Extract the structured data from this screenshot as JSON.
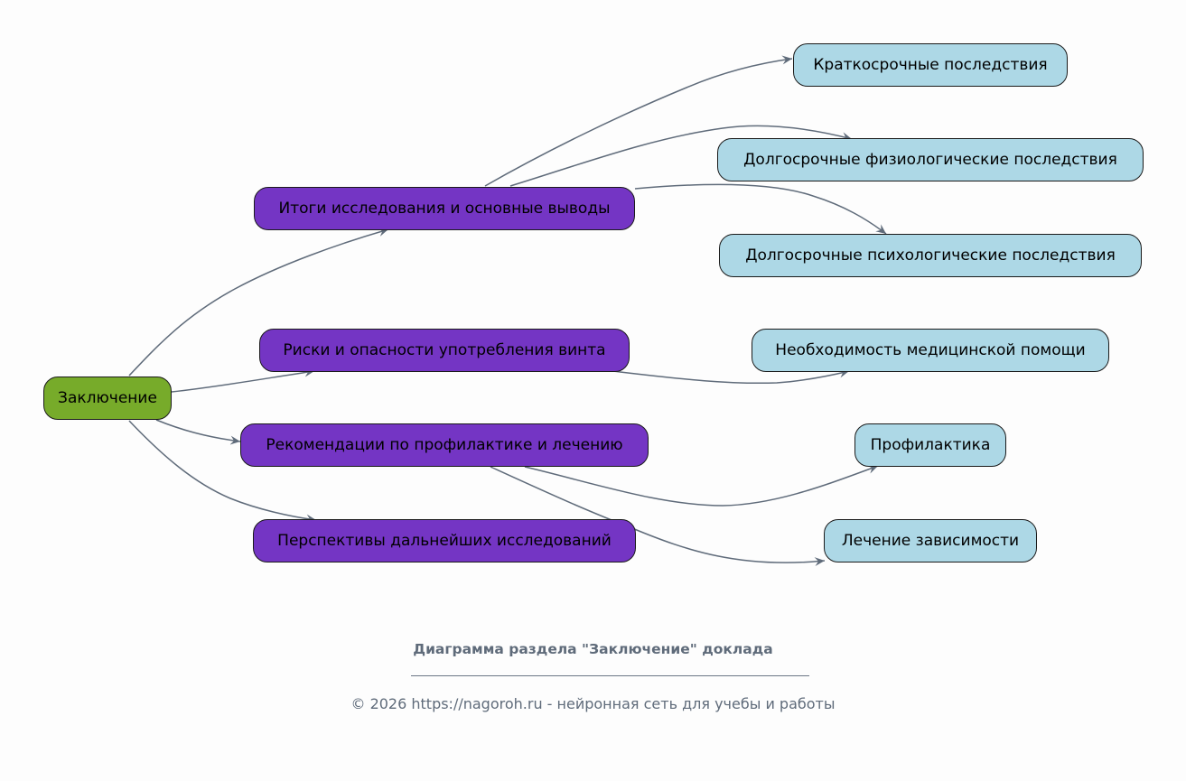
{
  "diagram": {
    "root": {
      "id": "root",
      "label": "Заключение"
    },
    "sections": [
      {
        "id": "s1",
        "label": "Итоги исследования и основные выводы"
      },
      {
        "id": "s2",
        "label": "Риски и опасности употребления винта"
      },
      {
        "id": "s3",
        "label": "Рекомендации по профилактике и лечению"
      },
      {
        "id": "s4",
        "label": "Перспективы дальнейших исследований"
      }
    ],
    "leaves": [
      {
        "id": "l1",
        "label": "Краткосрочные последствия"
      },
      {
        "id": "l2",
        "label": "Долгосрочные физиологические последствия"
      },
      {
        "id": "l3",
        "label": "Долгосрочные психологические последствия"
      },
      {
        "id": "l4",
        "label": "Необходимость медицинской помощи"
      },
      {
        "id": "l5",
        "label": "Профилактика"
      },
      {
        "id": "l6",
        "label": "Лечение зависимости"
      }
    ],
    "edges": [
      [
        "root",
        "s1"
      ],
      [
        "root",
        "s2"
      ],
      [
        "root",
        "s3"
      ],
      [
        "root",
        "s4"
      ],
      [
        "s1",
        "l1"
      ],
      [
        "s1",
        "l2"
      ],
      [
        "s1",
        "l3"
      ],
      [
        "s2",
        "l4"
      ],
      [
        "s3",
        "l5"
      ],
      [
        "s3",
        "l6"
      ]
    ],
    "colors": {
      "root": "#77ab2a",
      "section": "#7435c4",
      "leaf": "#add8e6",
      "edge": "#5f6b7a",
      "caption": "#5f6b7a"
    }
  },
  "caption": {
    "title": "Диаграмма раздела \"Заключение\" доклада",
    "footer": "© 2026 https://nagoroh.ru - нейронная сеть для учебы и работы"
  }
}
